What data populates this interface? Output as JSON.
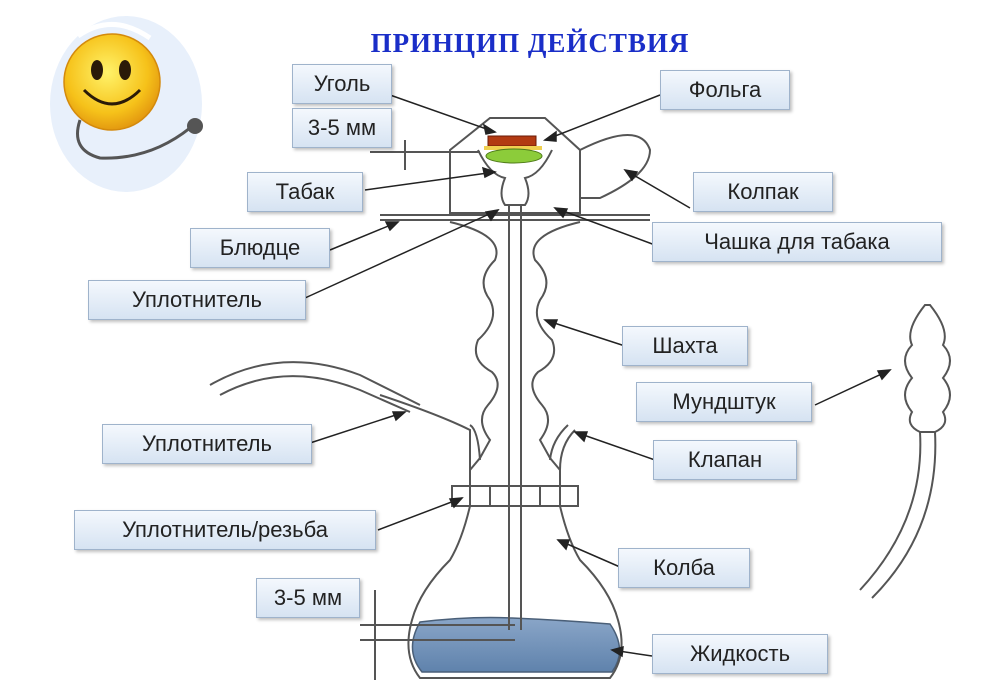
{
  "title": "ПРИНЦИП  ДЕЙСТВИЯ",
  "labels": {
    "coal": "Уголь",
    "depth_top": "3-5 мм",
    "foil": "Фольга",
    "tobacco": "Табак",
    "hood": "Колпак",
    "saucer": "Блюдце",
    "bowl": "Чашка для табака",
    "seal_top": "Уплотнитель",
    "shaft": "Шахта",
    "mouthpiece": "Мундштук",
    "seal_hose": "Уплотнитель",
    "valve": "Клапан",
    "seal_thread": "Уплотнитель/резьба",
    "flask": "Колба",
    "depth_bottom": "3-5 мм",
    "liquid": "Жидкость"
  },
  "colors": {
    "title": "#1a2ec8",
    "liquid": "#6d8fb5",
    "outline": "#555555"
  },
  "icons": [
    "smiley-doctor-icon"
  ]
}
